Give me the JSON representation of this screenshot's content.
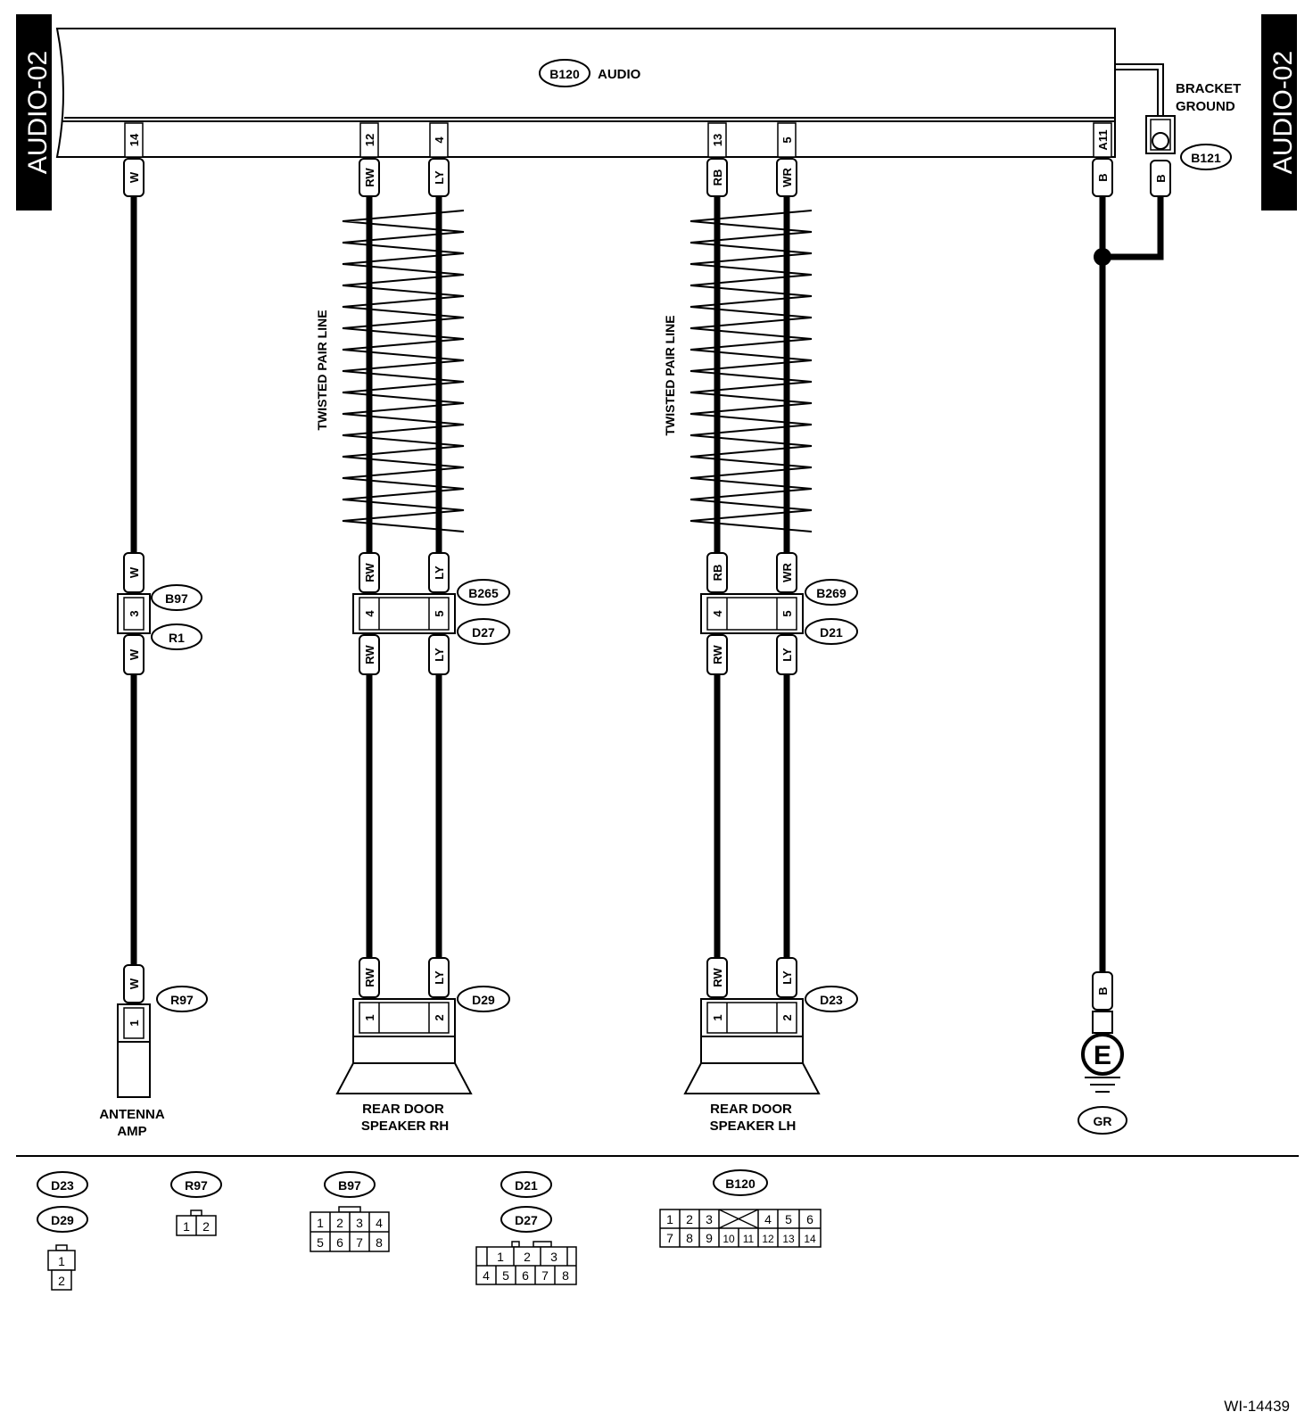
{
  "page_tag": "AUDIO-02",
  "unit": {
    "code": "B120",
    "name": "AUDIO"
  },
  "bracket_ground": {
    "label_line1": "BRACKET",
    "label_line2": "GROUND",
    "connector": "B121",
    "wire": "B"
  },
  "twisted_label": "TWISTED PAIR LINE",
  "circuits": {
    "antenna": {
      "pin_top": "14",
      "wire": "W",
      "junction_pin": "3",
      "junction_upper": "B97",
      "junction_lower": "R1",
      "end_connector": "R97",
      "end_pin": "1",
      "component_line1": "ANTENNA",
      "component_line2": "AMP"
    },
    "rh": {
      "pins_top": [
        "12",
        "4"
      ],
      "wires": [
        "RW",
        "LY"
      ],
      "junction_pins": [
        "4",
        "5"
      ],
      "junction_upper": "B265",
      "junction_lower": "D27",
      "end_connector": "D29",
      "end_pins": [
        "1",
        "2"
      ],
      "component_line1": "REAR DOOR",
      "component_line2": "SPEAKER RH"
    },
    "lh": {
      "pins_top": [
        "13",
        "5"
      ],
      "wires_top": [
        "RB",
        "WR"
      ],
      "wires_bottom": [
        "RW",
        "LY"
      ],
      "junction_pins": [
        "4",
        "5"
      ],
      "junction_upper": "B269",
      "junction_lower": "D21",
      "end_connector": "D23",
      "end_pins": [
        "1",
        "2"
      ],
      "component_line1": "REAR DOOR",
      "component_line2": "SPEAKER LH"
    },
    "ground": {
      "pin_top": "A11",
      "wire": "B",
      "symbol": "E",
      "connector": "GR"
    }
  },
  "connector_views": {
    "d23_d29": {
      "labels": [
        "D23",
        "D29"
      ],
      "pins": [
        "1",
        "2"
      ]
    },
    "r97": {
      "label": "R97",
      "pins": [
        "1",
        "2"
      ]
    },
    "b97": {
      "label": "B97",
      "row1": [
        "1",
        "2",
        "3",
        "4"
      ],
      "row2": [
        "5",
        "6",
        "7",
        "8"
      ]
    },
    "d21_d27": {
      "labels": [
        "D21",
        "D27"
      ],
      "row1": [
        "1",
        "2",
        "3"
      ],
      "row2": [
        "4",
        "5",
        "6",
        "7",
        "8"
      ]
    },
    "b120": {
      "label": "B120",
      "row1": [
        "1",
        "2",
        "3",
        "4",
        "5",
        "6"
      ],
      "row2": [
        "7",
        "8",
        "9",
        "10",
        "11",
        "12",
        "13",
        "14"
      ]
    }
  },
  "figure_id": "WI-14439"
}
